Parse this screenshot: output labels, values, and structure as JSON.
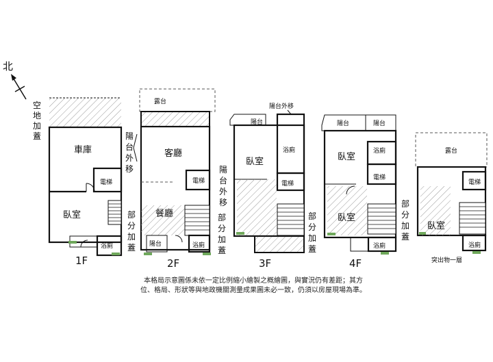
{
  "north": "北",
  "vacant_covered": [
    "空",
    "地",
    "加",
    "蓋"
  ],
  "rooms": {
    "garage": "車庫",
    "living": "客廳",
    "dining": "餐廳",
    "bedroom": "臥室",
    "elevator": "電梯",
    "bath": "浴廁",
    "balcony": "陽台",
    "terrace": "露台"
  },
  "annotations": {
    "balcony_moved": "陽台外移",
    "balcony_moved_vertical": [
      "陽",
      "台",
      "外",
      "移"
    ],
    "partial_covered": [
      "部",
      "分",
      "加",
      "蓋"
    ],
    "protrusion": "突出物一層"
  },
  "floors": [
    "1F",
    "2F",
    "3F",
    "4F"
  ],
  "disclaimer": [
    "本格局示意圖係未依一定比例縮小繪製之概繪圖，與實況仍有差距；其方",
    "位、格局、形狀等與地政機關測量成果圖未必一致，仍須以房屋現場為準。"
  ],
  "colors": {
    "wall": "#111111",
    "hatch": "#9a9a9a",
    "window": "#6fa85b"
  }
}
